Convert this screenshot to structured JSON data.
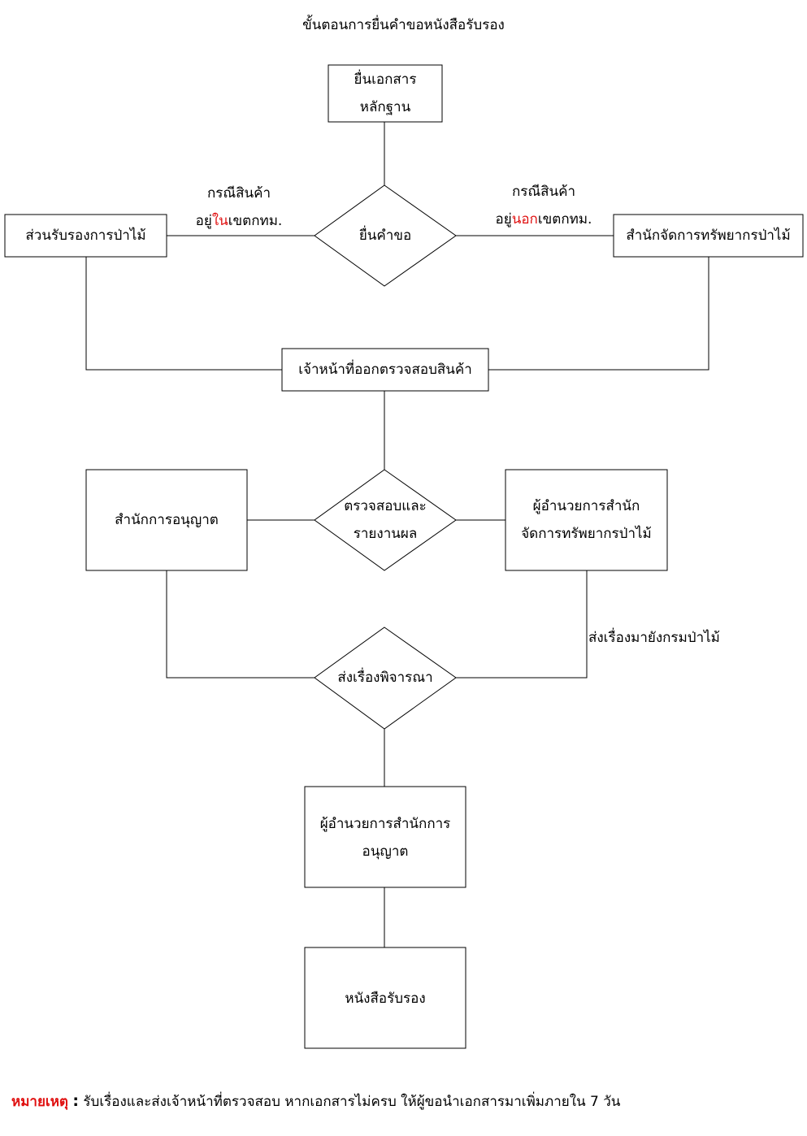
{
  "title": "ขั้นตอนการยื่นคำขอหนังสือรับรอง",
  "nodes": {
    "submit_docs": [
      "ยื่นเอกสาร",
      "หลักฐาน"
    ],
    "submit_request": "ยื่นคำขอ",
    "forest_certification": "ส่วนรับรองการป่าไม้",
    "resource_office": "สำนักจัดการทรัพยากรป่าไม้",
    "inspection_officer": "เจ้าหน้าที่ออกตรวจสอบสินค้า",
    "inspect_report": [
      "ตรวจสอบและ",
      "รายงานผล"
    ],
    "permit_office": "สำนักการอนุญาต",
    "resource_director": [
      "ผู้อำนวยการสำนัก",
      "จัดการทรัพยากรป่าไม้"
    ],
    "send_consider": "ส่งเรื่องพิจารณา",
    "permit_director": [
      "ผู้อำนวยการสำนักการ",
      "อนุญาต"
    ],
    "certificate": "หนังสือรับรอง"
  },
  "labels": {
    "inside_line1": "กรณีสินค้า",
    "inside_pre": "อยู่",
    "inside_red": "ใน",
    "inside_post": "เขตกทม.",
    "outside_line1": "กรณีสินค้า",
    "outside_pre": "อยู่",
    "outside_red": "นอก",
    "outside_post": "เขตกทม.",
    "forward": "ส่งเรื่องมายังกรมป่าไม้"
  },
  "note": {
    "label": "หมายเหตุ",
    "colon": ":",
    "text": "รับเรื่องและส่งเจ้าหน้าที่ตรวจสอบ หากเอกสารไม่ครบ ให้ผู้ขอนำเอกสารมาเพิ่มภายใน 7 วัน"
  }
}
